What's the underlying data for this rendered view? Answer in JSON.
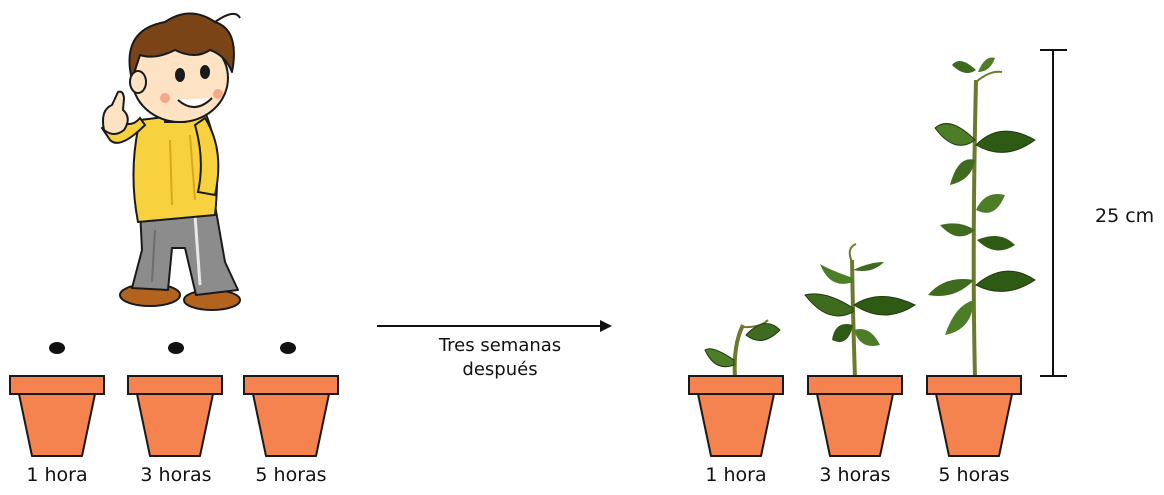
{
  "before": {
    "pots": [
      {
        "label": "1 hora"
      },
      {
        "label": "3 horas"
      },
      {
        "label": "5 horas"
      }
    ]
  },
  "transition": {
    "line1": "Tres semanas",
    "line2": "después"
  },
  "after": {
    "pots": [
      {
        "label": "1 hora"
      },
      {
        "label": "3 horas"
      },
      {
        "label": "5 horas"
      }
    ]
  },
  "scale": {
    "label": "25 cm"
  },
  "colors": {
    "pot_fill": "#f4834f",
    "pot_stroke": "#1a1a1a",
    "leaf": "#3f6b1f",
    "leaf_light": "#6a9a35",
    "stem": "#7a8a3a",
    "shirt": "#f7d23e",
    "pants": "#8c8c8c",
    "hair": "#7a4416"
  }
}
